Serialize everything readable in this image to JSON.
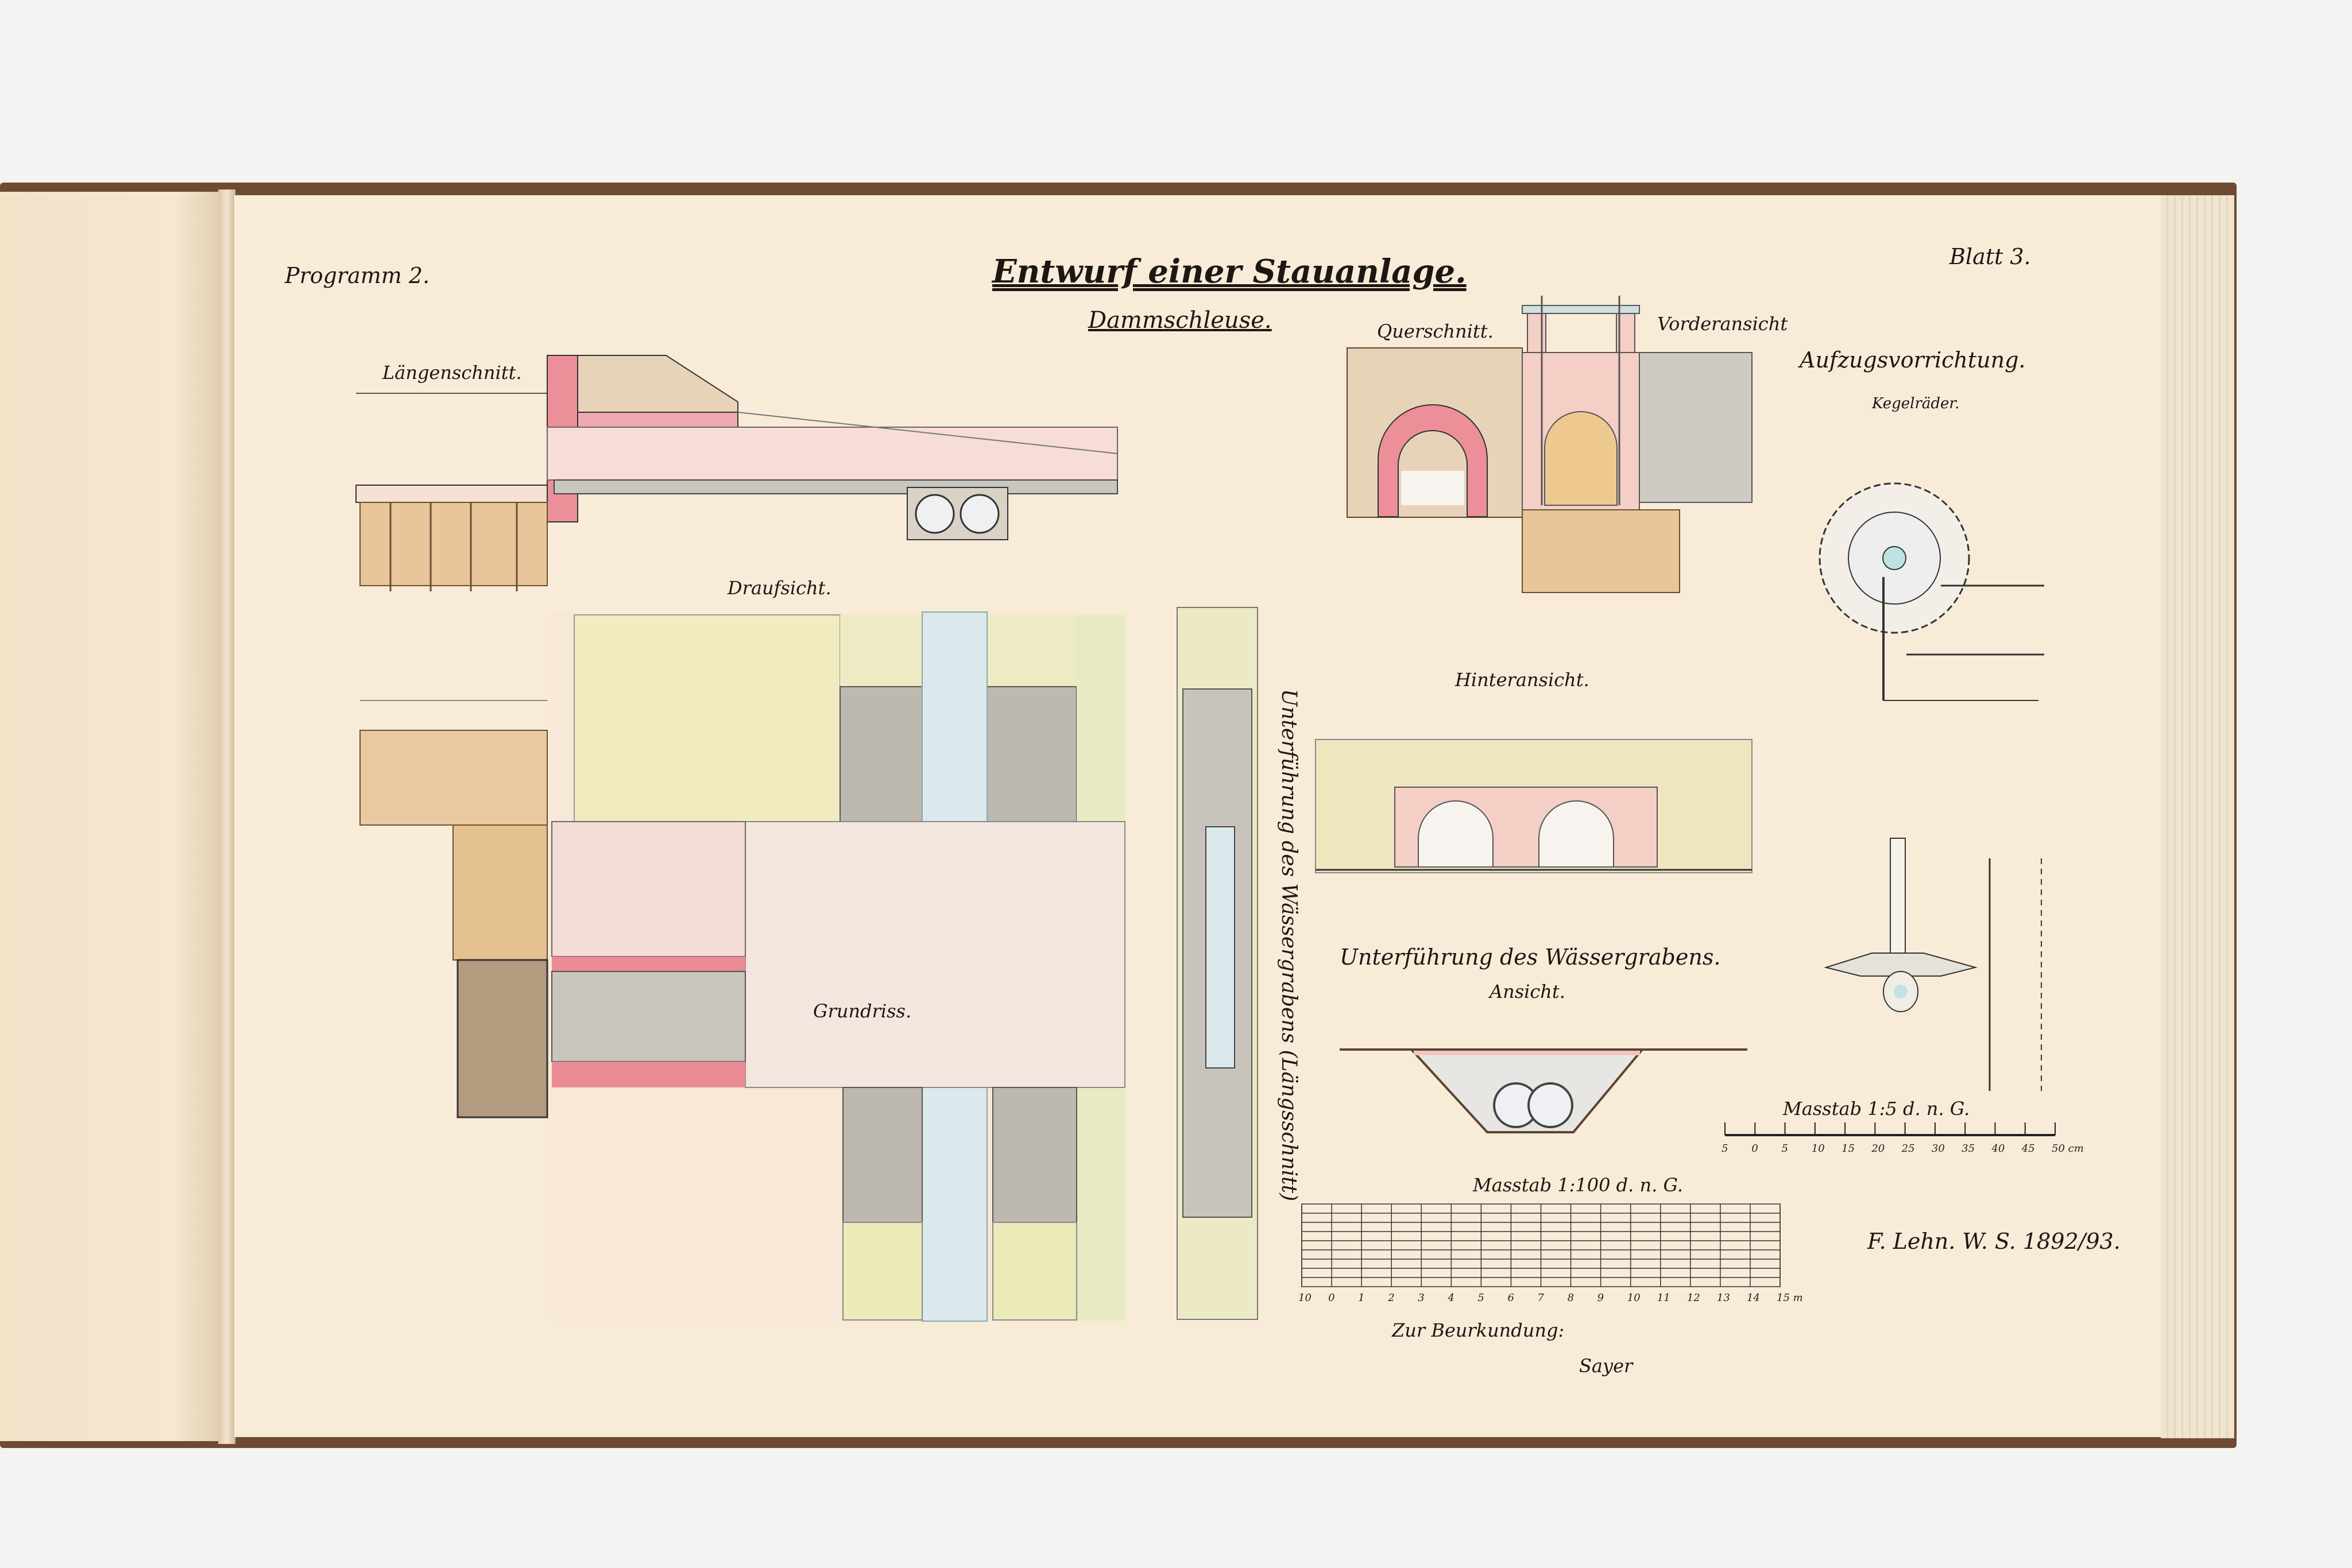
{
  "sheet": {
    "program": "Programm 2.",
    "title": "Entwurf einer Stauanlage.",
    "sheet_number": "Blatt 3.",
    "subtitle": "Dammschleuse."
  },
  "labels": {
    "laengenschnitt": "Längenschnitt.",
    "draufsicht": "Draufsicht.",
    "grundriss": "Grundriss.",
    "querschnitt": "Querschnitt.",
    "vorderansicht": "Vorderansicht",
    "hinteransicht": "Hinteransicht.",
    "aufzug": "Aufzugsvorrichtung.",
    "kegelraeder": "Kegelräder.",
    "unterfuehrung_laengs": "Unterführung des Wässergrabens (Längsschnitt)",
    "unterfuehrung": "Unterführung des Wässergrabens.",
    "ansicht": "Ansicht."
  },
  "scales": {
    "small": {
      "label": "Masstab 1:5 d. n. G.",
      "ticks": [
        "5",
        "0",
        "5",
        "10",
        "15",
        "20",
        "25",
        "30",
        "35",
        "40",
        "45",
        "50 cm"
      ]
    },
    "large": {
      "label": "Masstab 1:100 d. n. G.",
      "ticks": [
        "10",
        "0",
        "1",
        "2",
        "3",
        "4",
        "5",
        "6",
        "7",
        "8",
        "9",
        "10",
        "11",
        "12",
        "13",
        "14",
        "15 m"
      ]
    }
  },
  "signature": {
    "author": "F. Lehn. W. S. 1892/93.",
    "certification": "Zur Beurkundung:",
    "signer": "Sayer"
  },
  "colors": {
    "paper": "#f8ebd8",
    "masonry_pink": "#ec8f99",
    "brick_gray": "#bdb8b0",
    "earth": "#8a6a48",
    "wood": "#e8c69a",
    "water": "#dce9ec"
  }
}
